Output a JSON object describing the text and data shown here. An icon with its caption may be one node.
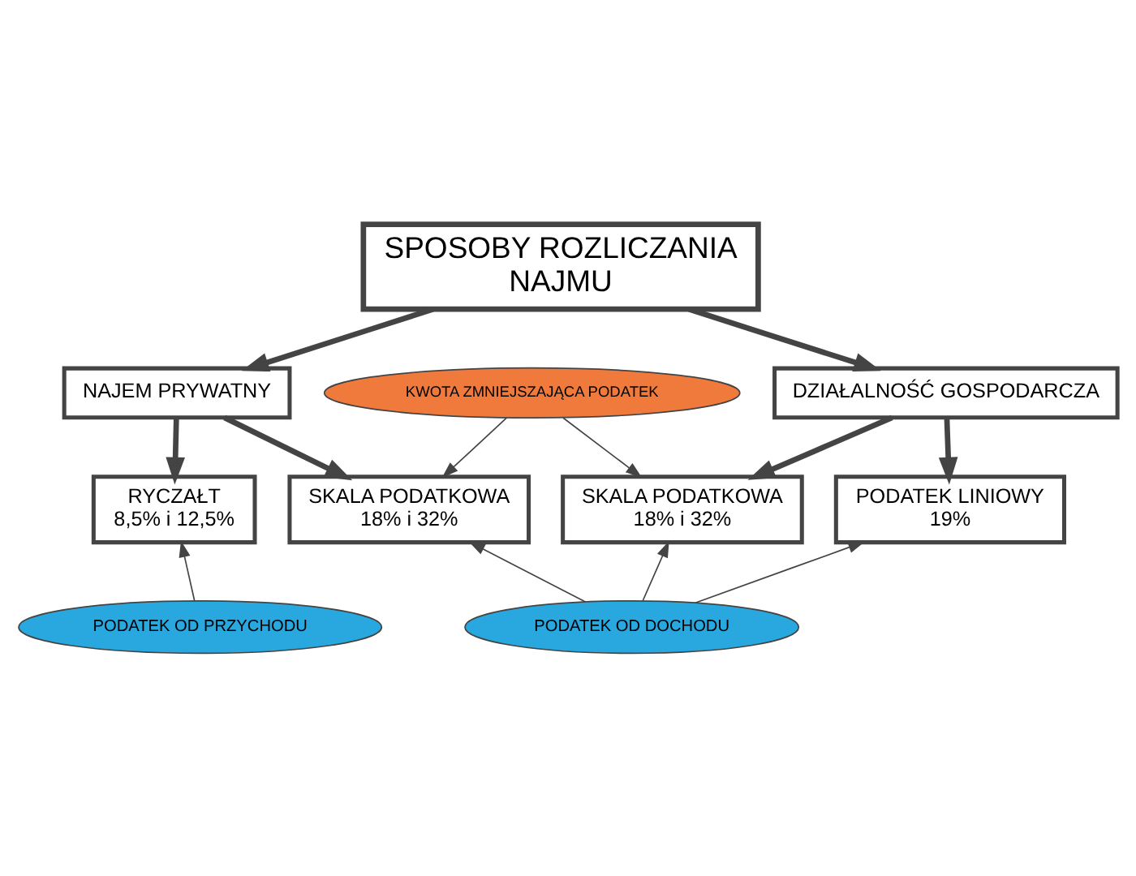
{
  "diagram": {
    "nodes": [
      {
        "text": [
          "SPOSOBY ROZLICZANIA",
          "NAJMU"
        ]
      },
      {
        "text": [
          "NAJEM PRYWATNY"
        ]
      },
      {
        "text": [
          "DZIAŁALNOŚĆ GOSPODARCZA"
        ]
      },
      {
        "text": [
          "RYCZAŁT",
          "8,5% i 12,5%"
        ]
      },
      {
        "text": [
          "SKALA PODATKOWA",
          "18% i 32%"
        ]
      },
      {
        "text": [
          "KWOTA ZMNIEJSZAJĄCA PODATEK"
        ]
      },
      {
        "text": [
          "SKALA PODATKOWA",
          "18% i 32%"
        ]
      },
      {
        "text": [
          "PODATEK LINIOWY",
          "19%"
        ]
      },
      {
        "text": [
          "PODATEK OD PRZYCHODU"
        ]
      },
      {
        "text": [
          "PODATEK OD DOCHODU"
        ]
      }
    ],
    "edges": [
      {
        "from": 0,
        "to": 1,
        "arrow": "to",
        "style": "thick"
      },
      {
        "from": 0,
        "to": 2,
        "arrow": "to",
        "style": "thick"
      },
      {
        "from": 1,
        "to": 3,
        "arrow": "to",
        "style": "thick"
      },
      {
        "from": 1,
        "to": 4,
        "arrow": "to",
        "style": "thick"
      },
      {
        "from": 2,
        "to": 6,
        "arrow": "to",
        "style": "thick"
      },
      {
        "from": 2,
        "to": 7,
        "arrow": "to",
        "style": "thick"
      },
      {
        "from": 5,
        "to": 4,
        "arrow": "to"
      },
      {
        "from": 5,
        "to": 6,
        "arrow": "to"
      },
      {
        "from": 8,
        "to": 3,
        "arrow": "to"
      },
      {
        "from": 9,
        "to": 4,
        "arrow": "to"
      },
      {
        "from": 9,
        "to": 6,
        "arrow": "to"
      },
      {
        "from": 9,
        "to": 7,
        "arrow": "to"
      }
    ]
  }
}
